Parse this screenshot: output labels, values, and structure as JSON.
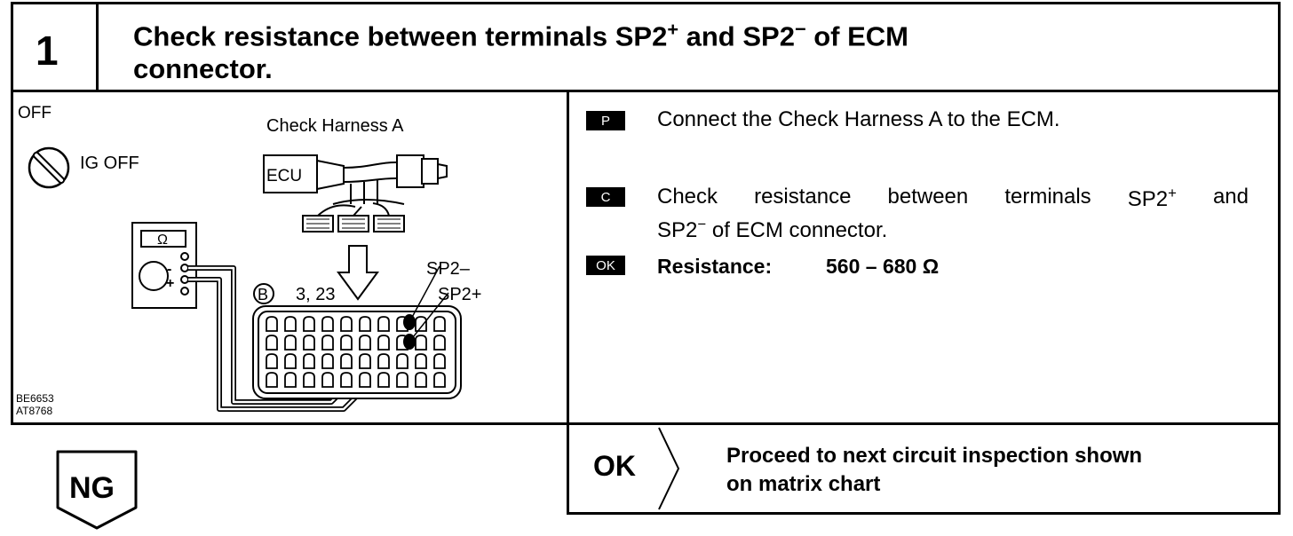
{
  "header": {
    "step_number": "1",
    "title_line1_a": "Check resistance between terminals SP2",
    "title_line1_sup1": "+",
    "title_line1_b": " and SP2",
    "title_line1_sup2": "−",
    "title_line1_c": " of ECM",
    "title_line2": "connector."
  },
  "diagram": {
    "off_label": "OFF",
    "ig_off_label": "IG OFF",
    "check_harness_label": "Check Harness A",
    "ecu_label": "ECU",
    "ohm_label": "Ω",
    "meter_minus": "-",
    "meter_plus": "+",
    "connector_label": "B",
    "pins_label": "3, 23",
    "sp2_minus_label": "SP2–",
    "sp2_plus_label": "SP2+",
    "code1": "BE6653",
    "code2": "AT8768"
  },
  "instructions": {
    "p_badge": "P",
    "p_text": "Connect the Check Harness A to the ECM.",
    "c_badge": "C",
    "c_text_line1_a": "Check resistance between terminals SP2",
    "c_text_line1_sup": "+",
    "c_text_line1_b": " and",
    "c_text_line2_a": "SP2",
    "c_text_line2_sup": "−",
    "c_text_line2_b": " of ECM connector.",
    "ok_badge": "OK",
    "resistance_label": "Resistance:",
    "resistance_value": "560 – 680 Ω"
  },
  "ok_box": {
    "ok_label": "OK",
    "text_line1": "Proceed to next circuit inspection shown",
    "text_line2": "on matrix chart"
  },
  "ng_label": "NG"
}
